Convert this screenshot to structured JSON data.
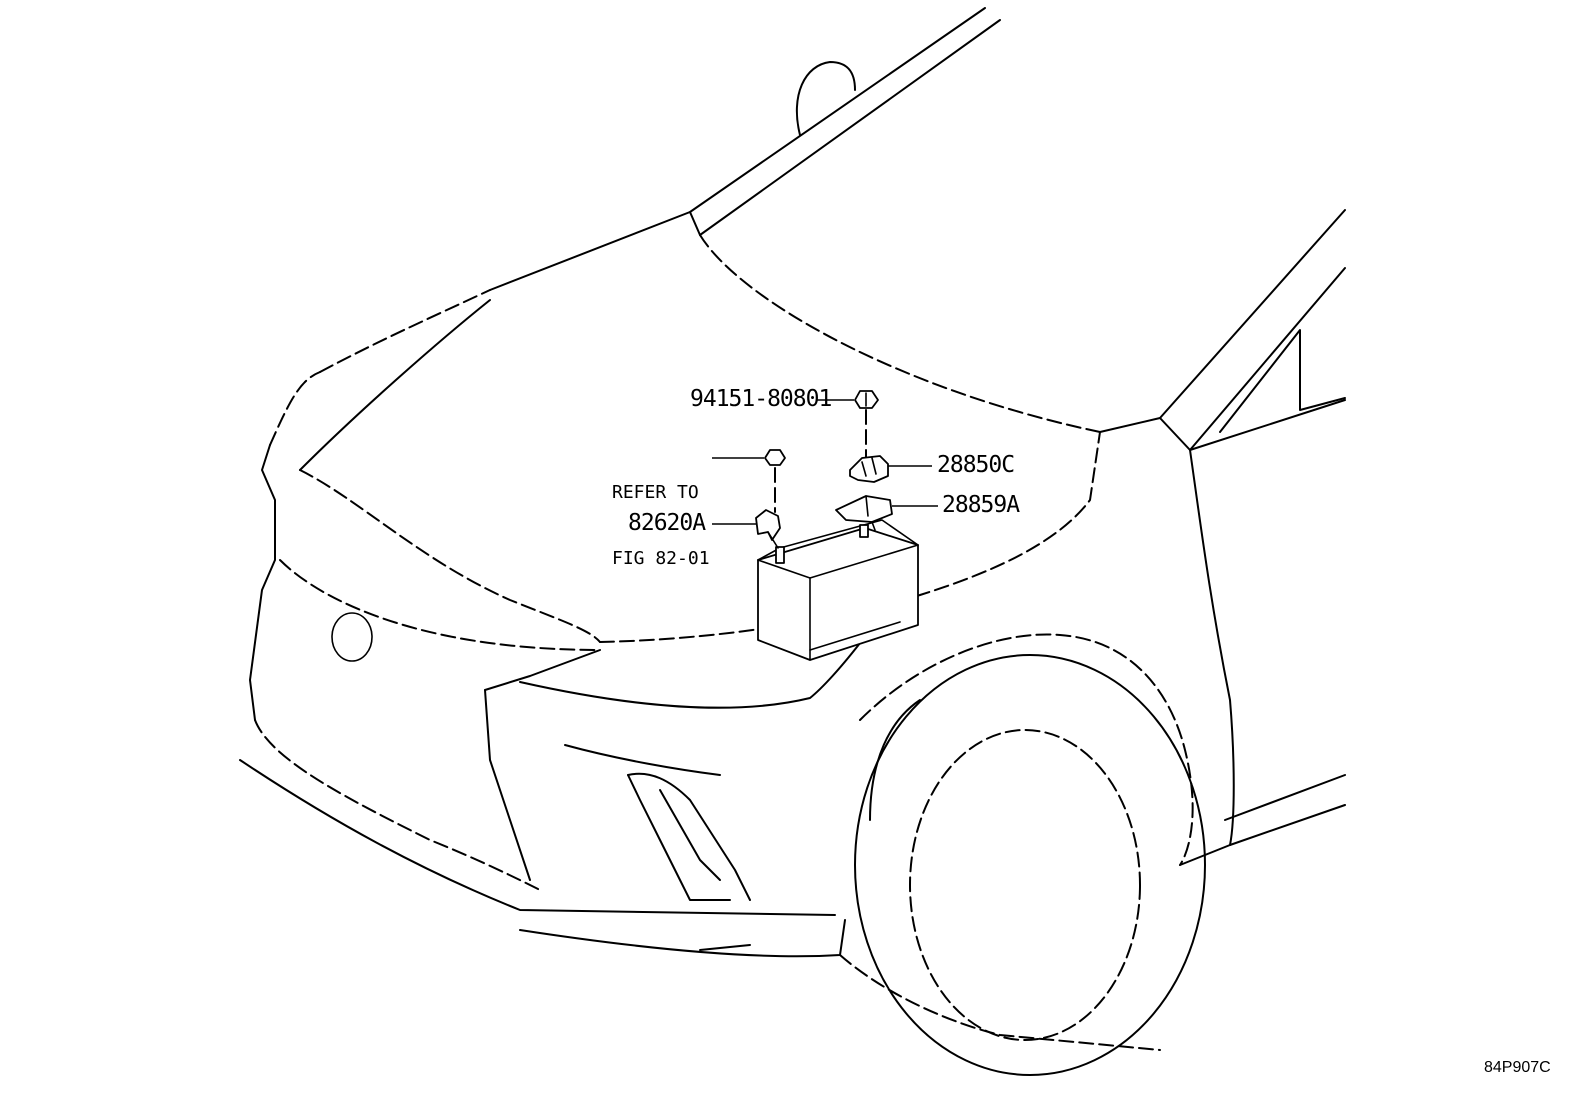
{
  "diagram_id": "84P907C",
  "reference_note": {
    "line1": "REFER TO",
    "line2": "FIG 82-01"
  },
  "parts": [
    {
      "key": "nut",
      "label": "94151-80801"
    },
    {
      "key": "clamp_c",
      "label": "28850C"
    },
    {
      "key": "bracket_a",
      "label": "28859A"
    },
    {
      "key": "terminal_a",
      "label": "82620A"
    }
  ]
}
